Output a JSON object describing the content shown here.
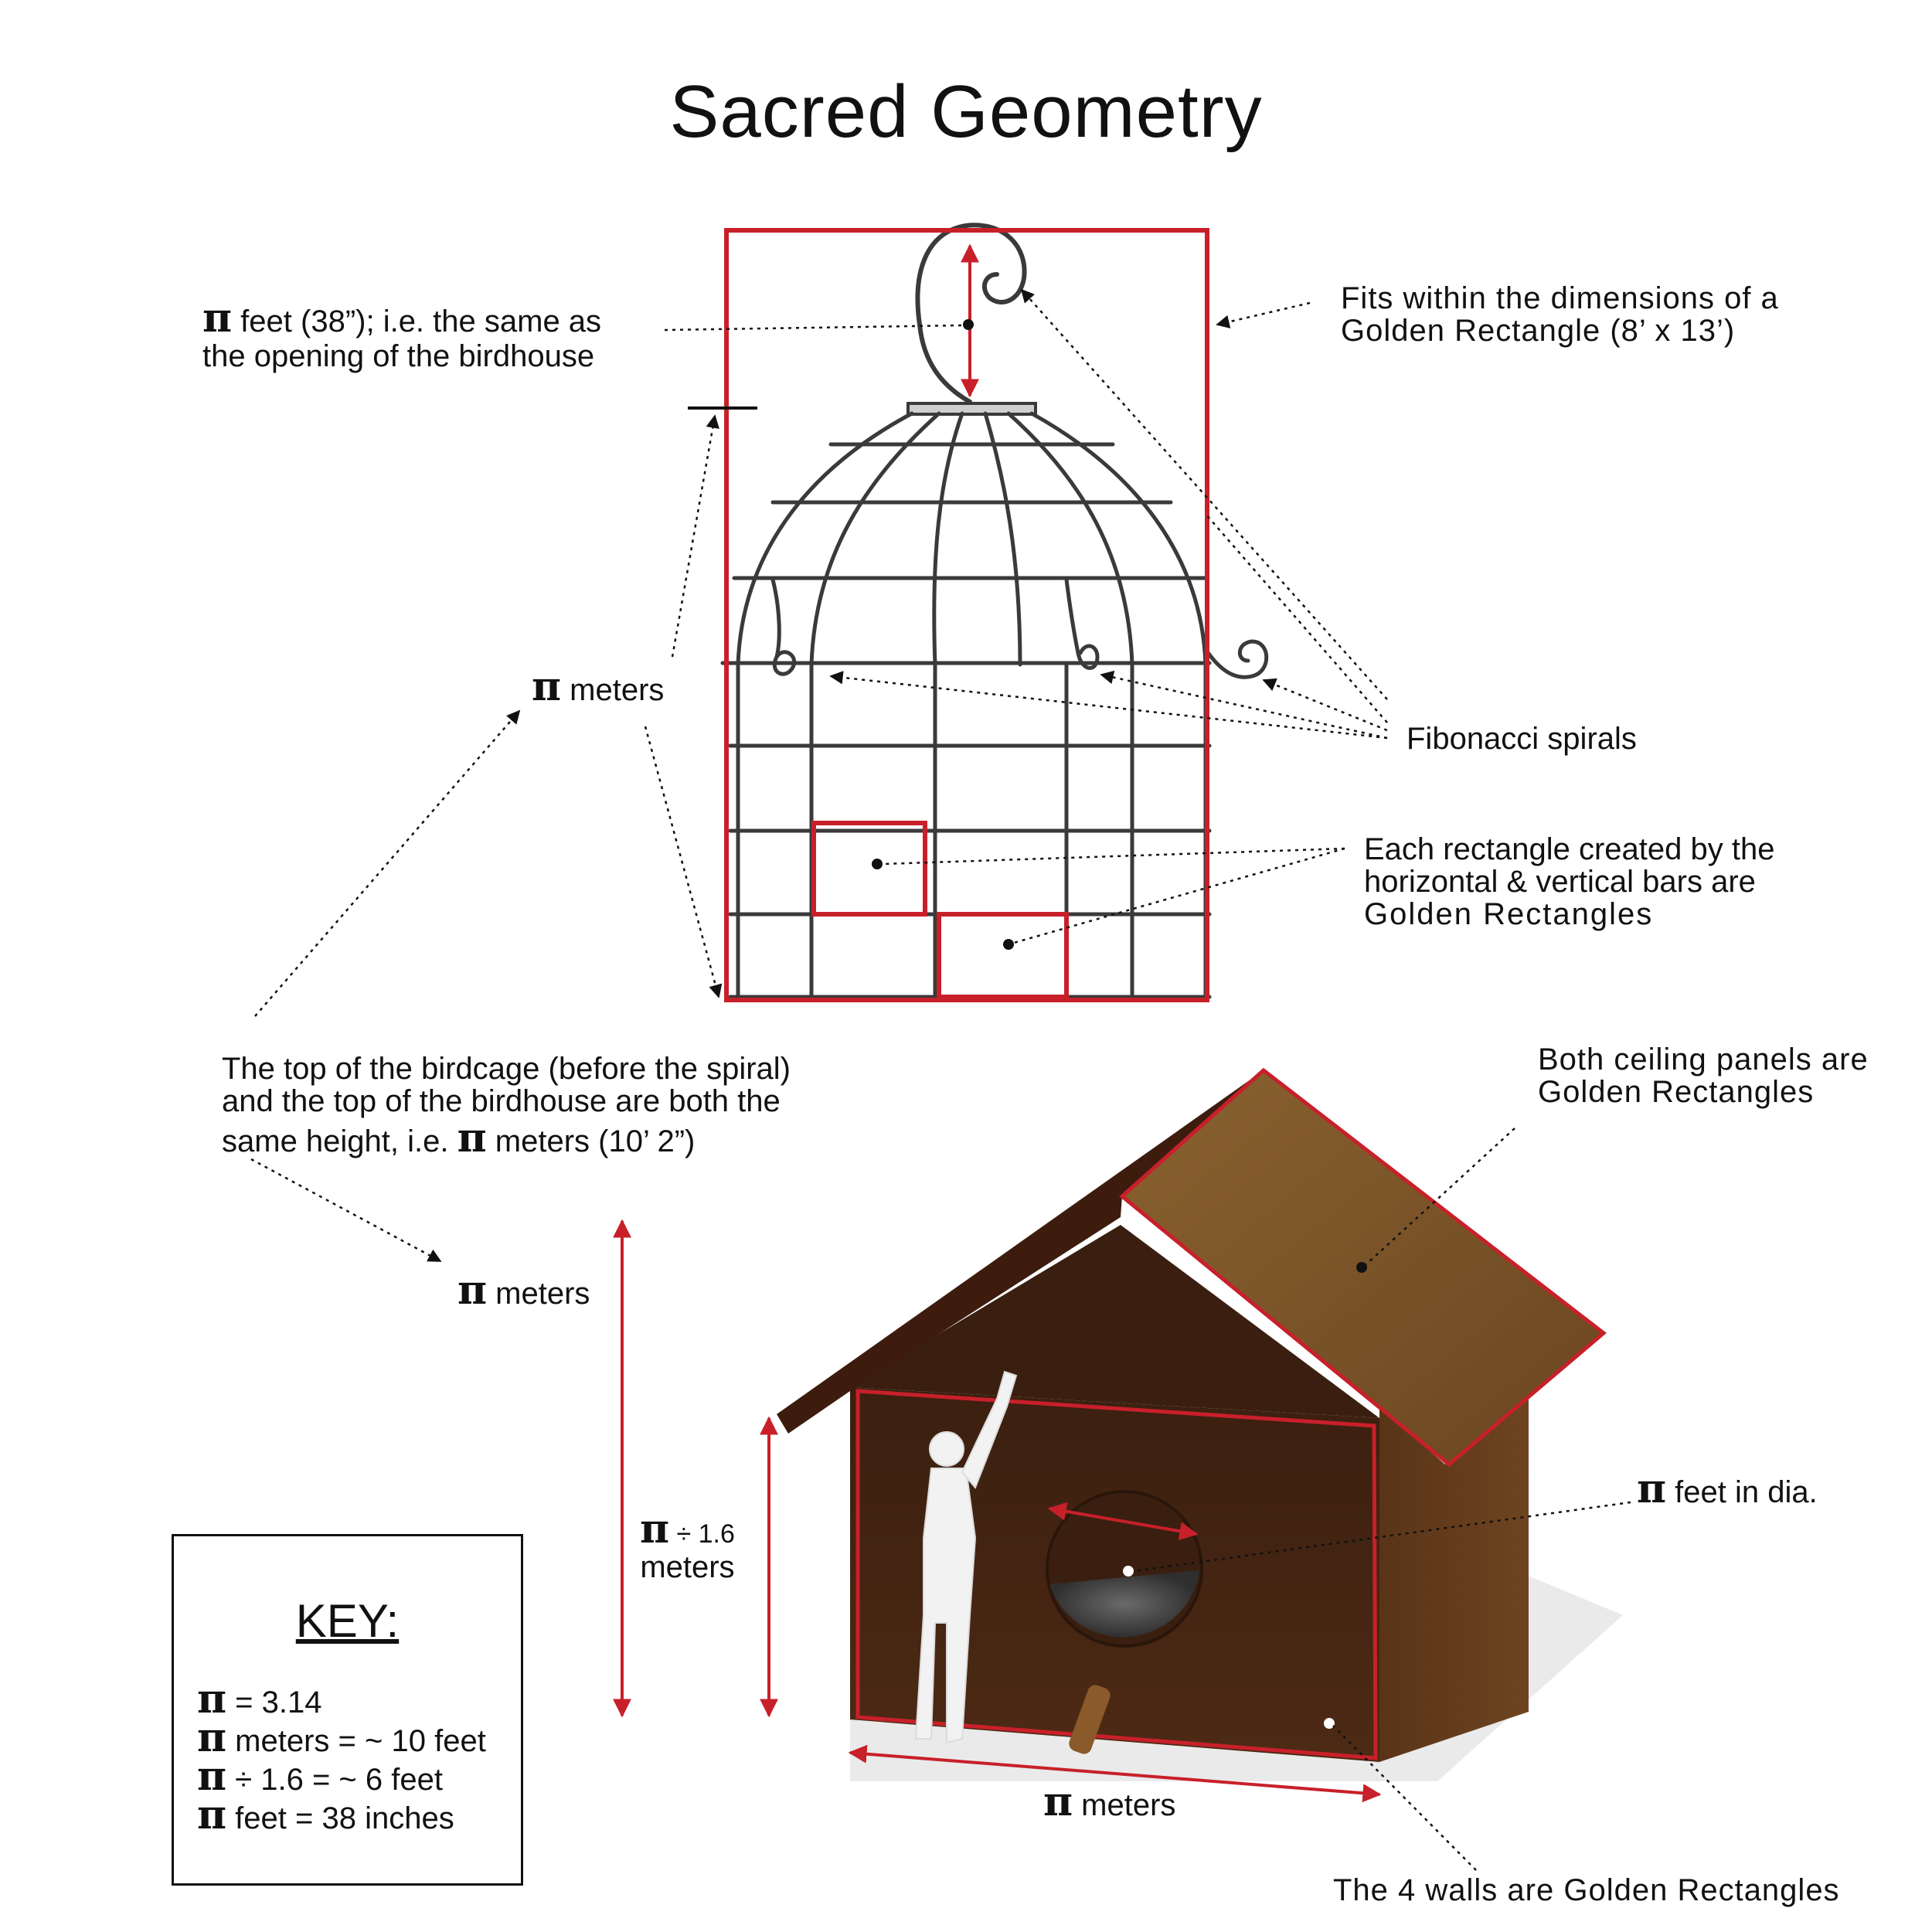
{
  "title": "Sacred Geometry",
  "colors": {
    "accent_red": "#c8202a",
    "wire": "#3a3a3a",
    "wood_dark": "#3a1d10",
    "wood_front": "#4a2815",
    "roof_light": "#7a5426"
  },
  "labels": {
    "hook": {
      "line1_pi": "π",
      "line1_text": " feet (38”); i.e. the same as",
      "line2": "the opening of the birdhouse"
    },
    "golden_rect": {
      "line1": "Fits within the dimensions of a",
      "line2": "Golden Rectangle (8’ x 13’)"
    },
    "cage_height": {
      "pi": "π",
      "text": " meters"
    },
    "fibonacci": "Fibonacci spirals",
    "bar_rects": {
      "line1": "Each rectangle created by the",
      "line2": "horizontal & vertical bars are",
      "line3": "Golden Rectangles"
    },
    "same_height": {
      "line1": "The top of the birdcage (before the spiral)",
      "line2": "and the top of the birdhouse are both the",
      "line3_pre": "same height, i.e. ",
      "line3_pi": "π",
      "line3_post": " meters (10’ 2”)"
    },
    "ceiling": {
      "line1": "Both ceiling panels are",
      "line2": "Golden Rectangles"
    },
    "house_height": {
      "pi": "π",
      "text": " meters"
    },
    "wall_height": {
      "pi": "π",
      "line1_text": " ÷ 1.6",
      "line2": "meters"
    },
    "opening": {
      "pi": "π",
      "text": " feet in dia."
    },
    "width": {
      "pi": "π",
      "text": " meters"
    },
    "walls": "The 4 walls are Golden Rectangles"
  },
  "key": {
    "title": "KEY:",
    "items": [
      {
        "pi": "π",
        "text": " = 3.14"
      },
      {
        "pi": "π",
        "text": " meters = ~ 10 feet"
      },
      {
        "pi": "π",
        "text": " ÷ 1.6 = ~ 6 feet"
      },
      {
        "pi": "π",
        "text": " feet = 38 inches"
      }
    ]
  }
}
